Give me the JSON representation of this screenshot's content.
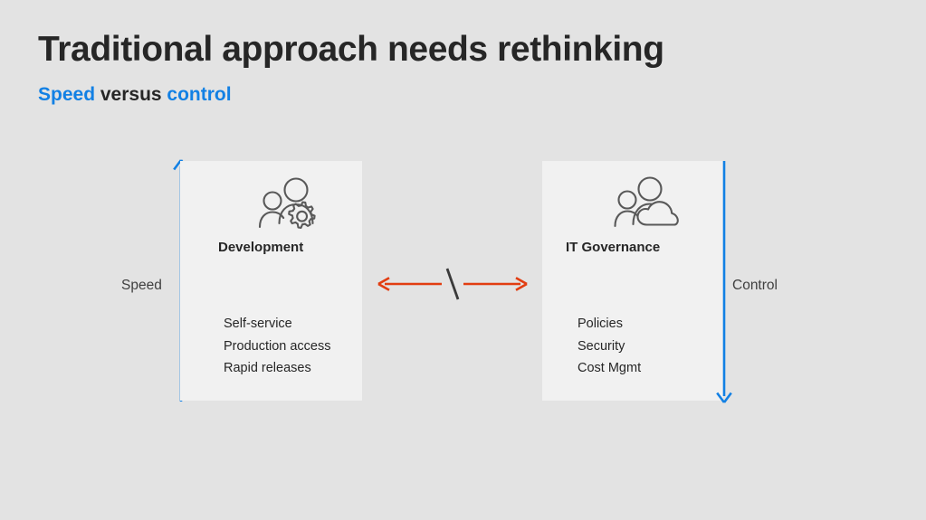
{
  "slide": {
    "background_color": "#e3e3e3",
    "title": "Traditional approach needs rethinking",
    "subtitle": {
      "part1": "Speed",
      "part2": " versus ",
      "part3": "control",
      "accent_color": "#1280e4"
    }
  },
  "panels": [
    {
      "id": "development",
      "heading": "Development",
      "icon": "people-gear-icon",
      "fill_color": "#f1f1f1",
      "items": [
        "Self-service",
        "Production access",
        "Rapid releases"
      ]
    },
    {
      "id": "it-governance",
      "heading": "IT Governance",
      "icon": "people-cloud-icon",
      "fill_color": "#f1f1f1",
      "items": [
        "Policies",
        "Security",
        "Cost Mgmt"
      ]
    }
  ],
  "axes": [
    {
      "id": "speed",
      "label": "Speed",
      "direction": "up",
      "color": "#1280e4"
    },
    {
      "id": "control",
      "label": "Control",
      "direction": "down",
      "color": "#1280e4"
    }
  ],
  "tension": {
    "icon": "double-headed-arrow-with-slash-icon",
    "arrow_color": "#e23d11",
    "slash_color": "#3a3a3a"
  }
}
